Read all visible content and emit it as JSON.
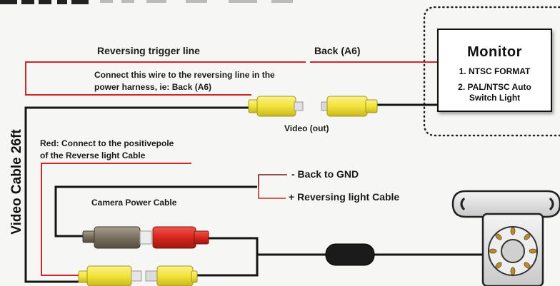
{
  "header": {
    "reversing_trigger_line": "Reversing trigger line",
    "back_a6": "Back (A6)"
  },
  "notes": {
    "connect_wire_line1": "Connect this wire to the reversing line in the",
    "connect_wire_line2": "power harness, ie: Back (A6)",
    "red_positive_line1": "Red: Connect to the positivepole",
    "red_positive_line2": "of the Reverse light Cable"
  },
  "monitor": {
    "title": "Monitor",
    "features": [
      "1. NTSC FORMAT",
      "2. PAL/NTSC Auto Switch Light"
    ]
  },
  "labels": {
    "video_out": "Video (out)",
    "video_cable": "Video Cable  26ft",
    "camera_power_cable": "Camera Power Cable",
    "back_to_gnd": "-  Back to GND",
    "reversing_light_cable": "+  Reversing light Cable"
  },
  "colors": {
    "red_wire": "#c8292b",
    "black_wire": "#151515",
    "rca_yellow": "#f2e53a",
    "power_red": "#d7261e",
    "power_gray": "#7a7060"
  }
}
